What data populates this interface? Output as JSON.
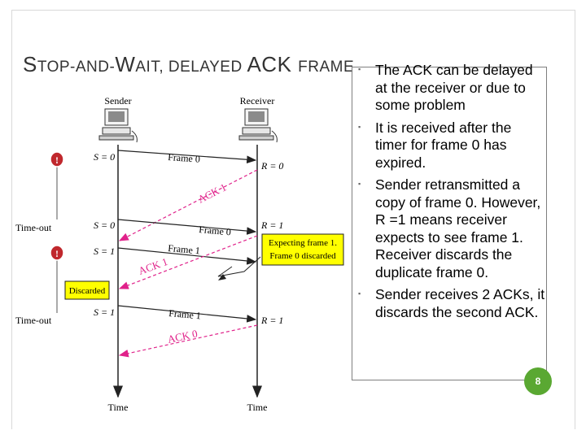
{
  "title": {
    "part1": "S",
    "part2": "TOP-AND-",
    "part3": "W",
    "part4": "AIT, DELAYED ",
    "part5": "ACK ",
    "part6": "FRAME"
  },
  "bullets": [
    "The ACK can be delayed at the receiver or due to some problem",
    "It is received after the timer for frame 0 has expired.",
    "Sender retransmitted a copy of frame 0. However, R =1 means receiver expects to see frame 1. Receiver discards the duplicate frame 0.",
    "Sender receives 2 ACKs, it discards the second ACK."
  ],
  "page_number": "8",
  "diagram": {
    "sender_label": "Sender",
    "receiver_label": "Receiver",
    "time_label_left": "Time",
    "time_label_right": "Time",
    "timeout_label_1": "Time-out",
    "timeout_label_2": "Time-out",
    "alert_glyph": "!",
    "s0_a": "S = 0",
    "s0_b": "S = 0",
    "s1_a": "S = 1",
    "s1_b": "S = 1",
    "r0": "R = 0",
    "r1_a": "R = 1",
    "r1_b": "R = 1",
    "frame0_a": "Frame 0",
    "frame0_b": "Frame 0",
    "frame1_a": "Frame 1",
    "frame1_b": "Frame 1",
    "ack1_a": "ACK 1",
    "ack1_b": "ACK 1",
    "ack0": "ACK 0",
    "expecting_line1": "Expecting frame 1.",
    "expecting_line2": "Frame 0 discarded",
    "discarded": "Discarded",
    "ack_color": "#e0218a",
    "box_fill": "#ffff00"
  }
}
